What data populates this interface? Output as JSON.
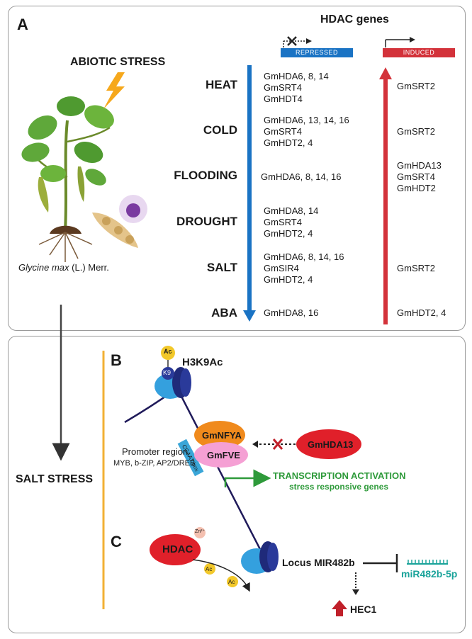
{
  "panelA": {
    "label": "A",
    "hdac_title": "HDAC genes",
    "repressed": "REPRESSED",
    "induced": "INDUCED",
    "abiotic": "ABIOTIC STRESS",
    "species_italic": "Glycine max",
    "species_rest": " (L.) Merr.",
    "rows": [
      {
        "stress": "HEAT",
        "repressed": "GmHDA6, 8, 14\nGmSRT4\nGmHDT4",
        "induced": "GmSRT2"
      },
      {
        "stress": "COLD",
        "repressed": "GmHDA6, 13, 14, 16\nGmSRT4\nGmHDT2, 4",
        "induced": "GmSRT2"
      },
      {
        "stress": "FLOODING",
        "repressed": "GmHDA6, 8, 14, 16",
        "induced": "GmHDA13\nGmSRT4\nGmHDT2"
      },
      {
        "stress": "DROUGHT",
        "repressed": "GmHDA8, 14\nGmSRT4\nGmHDT2, 4",
        "induced": ""
      },
      {
        "stress": "SALT",
        "repressed": "GmHDA6, 8, 14, 16\nGmSIR4\nGmHDT2, 4",
        "induced": "GmSRT2"
      },
      {
        "stress": "ABA",
        "repressed": "GmHDA8, 16",
        "induced": "GmHDT2, 4"
      }
    ],
    "colors": {
      "repressed": "#1a73c4",
      "induced": "#d3323a",
      "lightning": "#f6a81c"
    }
  },
  "panelB": {
    "label": "B",
    "mark": "H3K9Ac",
    "ac": "Ac",
    "k9": "K9",
    "nfya": "GmNFYA",
    "fve": "GmFVE",
    "hda13": "GmHDA13",
    "ccaat": "CCAAT box",
    "promoter": "Promoter region",
    "tfs": "MYB, b-ZIP, AP2/DREB",
    "activation": "TRANSCRIPTION ACTIVATION",
    "activation_sub": "stress responsive genes",
    "colors": {
      "nfya": "#f08a1c",
      "fve": "#f5a0d4",
      "hda13": "#e0202a",
      "activation": "#2e9a3a"
    }
  },
  "panelC": {
    "label": "C",
    "hdac": "HDAC",
    "zn": "Zn²⁺",
    "ac1": "Ac",
    "ac2": "Ac",
    "locus": "Locus MIR482b",
    "mirna": "miR482b-5p",
    "hec1": "HEC1",
    "colors": {
      "mirna": "#1aa39a"
    }
  },
  "salt_stress": "SALT STRESS"
}
